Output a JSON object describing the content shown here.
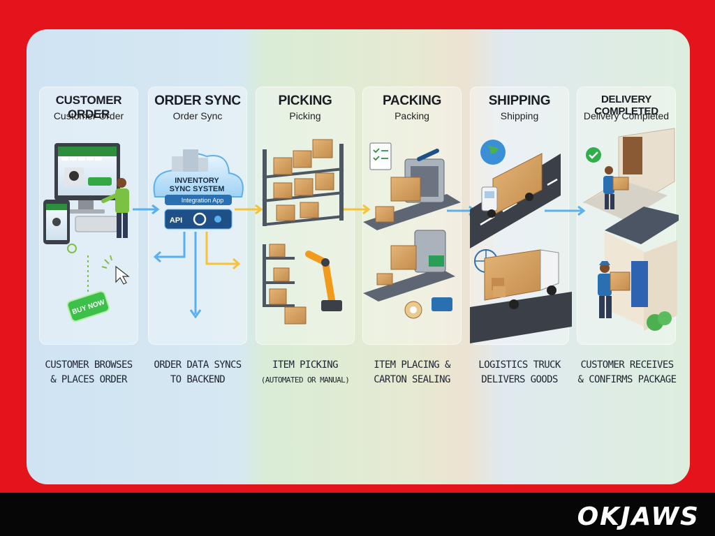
{
  "brand": "OKJAWS",
  "steps": [
    {
      "title": "CUSTOMER ORDER",
      "subtitle": "Customer Order",
      "caption1": "CUSTOMER BROWSES",
      "caption2": "& PLACES ORDER"
    },
    {
      "title": "ORDER SYNC",
      "subtitle": "Order Sync",
      "caption1": "ORDER DATA SYNCS",
      "caption2": "TO BACKEND"
    },
    {
      "title": "PICKING",
      "subtitle": "Picking",
      "caption1": "ITEM PICKING",
      "caption2": "(AUTOMATED OR MANUAL)"
    },
    {
      "title": "PACKING",
      "subtitle": "Packing",
      "caption1": "ITEM PLACING &",
      "caption2": "CARTON SEALING"
    },
    {
      "title": "SHIPPING",
      "subtitle": "Shipping",
      "caption1": "LOGISTICS TRUCK",
      "caption2": "DELIVERS GOODS"
    },
    {
      "title": "DELIVERY COMPLETED",
      "subtitle": "Delivery Completed",
      "caption1": "CUSTOMER RECEIVES",
      "caption2": "& CONFIRMS PACKAGE"
    }
  ],
  "labels": {
    "buy_now": "BUY NOW",
    "sync_title1": "INVENTORY",
    "sync_title2": "SYNC SYSTEM",
    "integration": "Integration App",
    "api": "API"
  },
  "colors": {
    "frame": "#e3141b",
    "footer": "#060606",
    "arrow_blue": "#5ab0f0",
    "arrow_yellow": "#f5c338",
    "buy_button": "#3cc04a",
    "box": "#d9a566"
  }
}
